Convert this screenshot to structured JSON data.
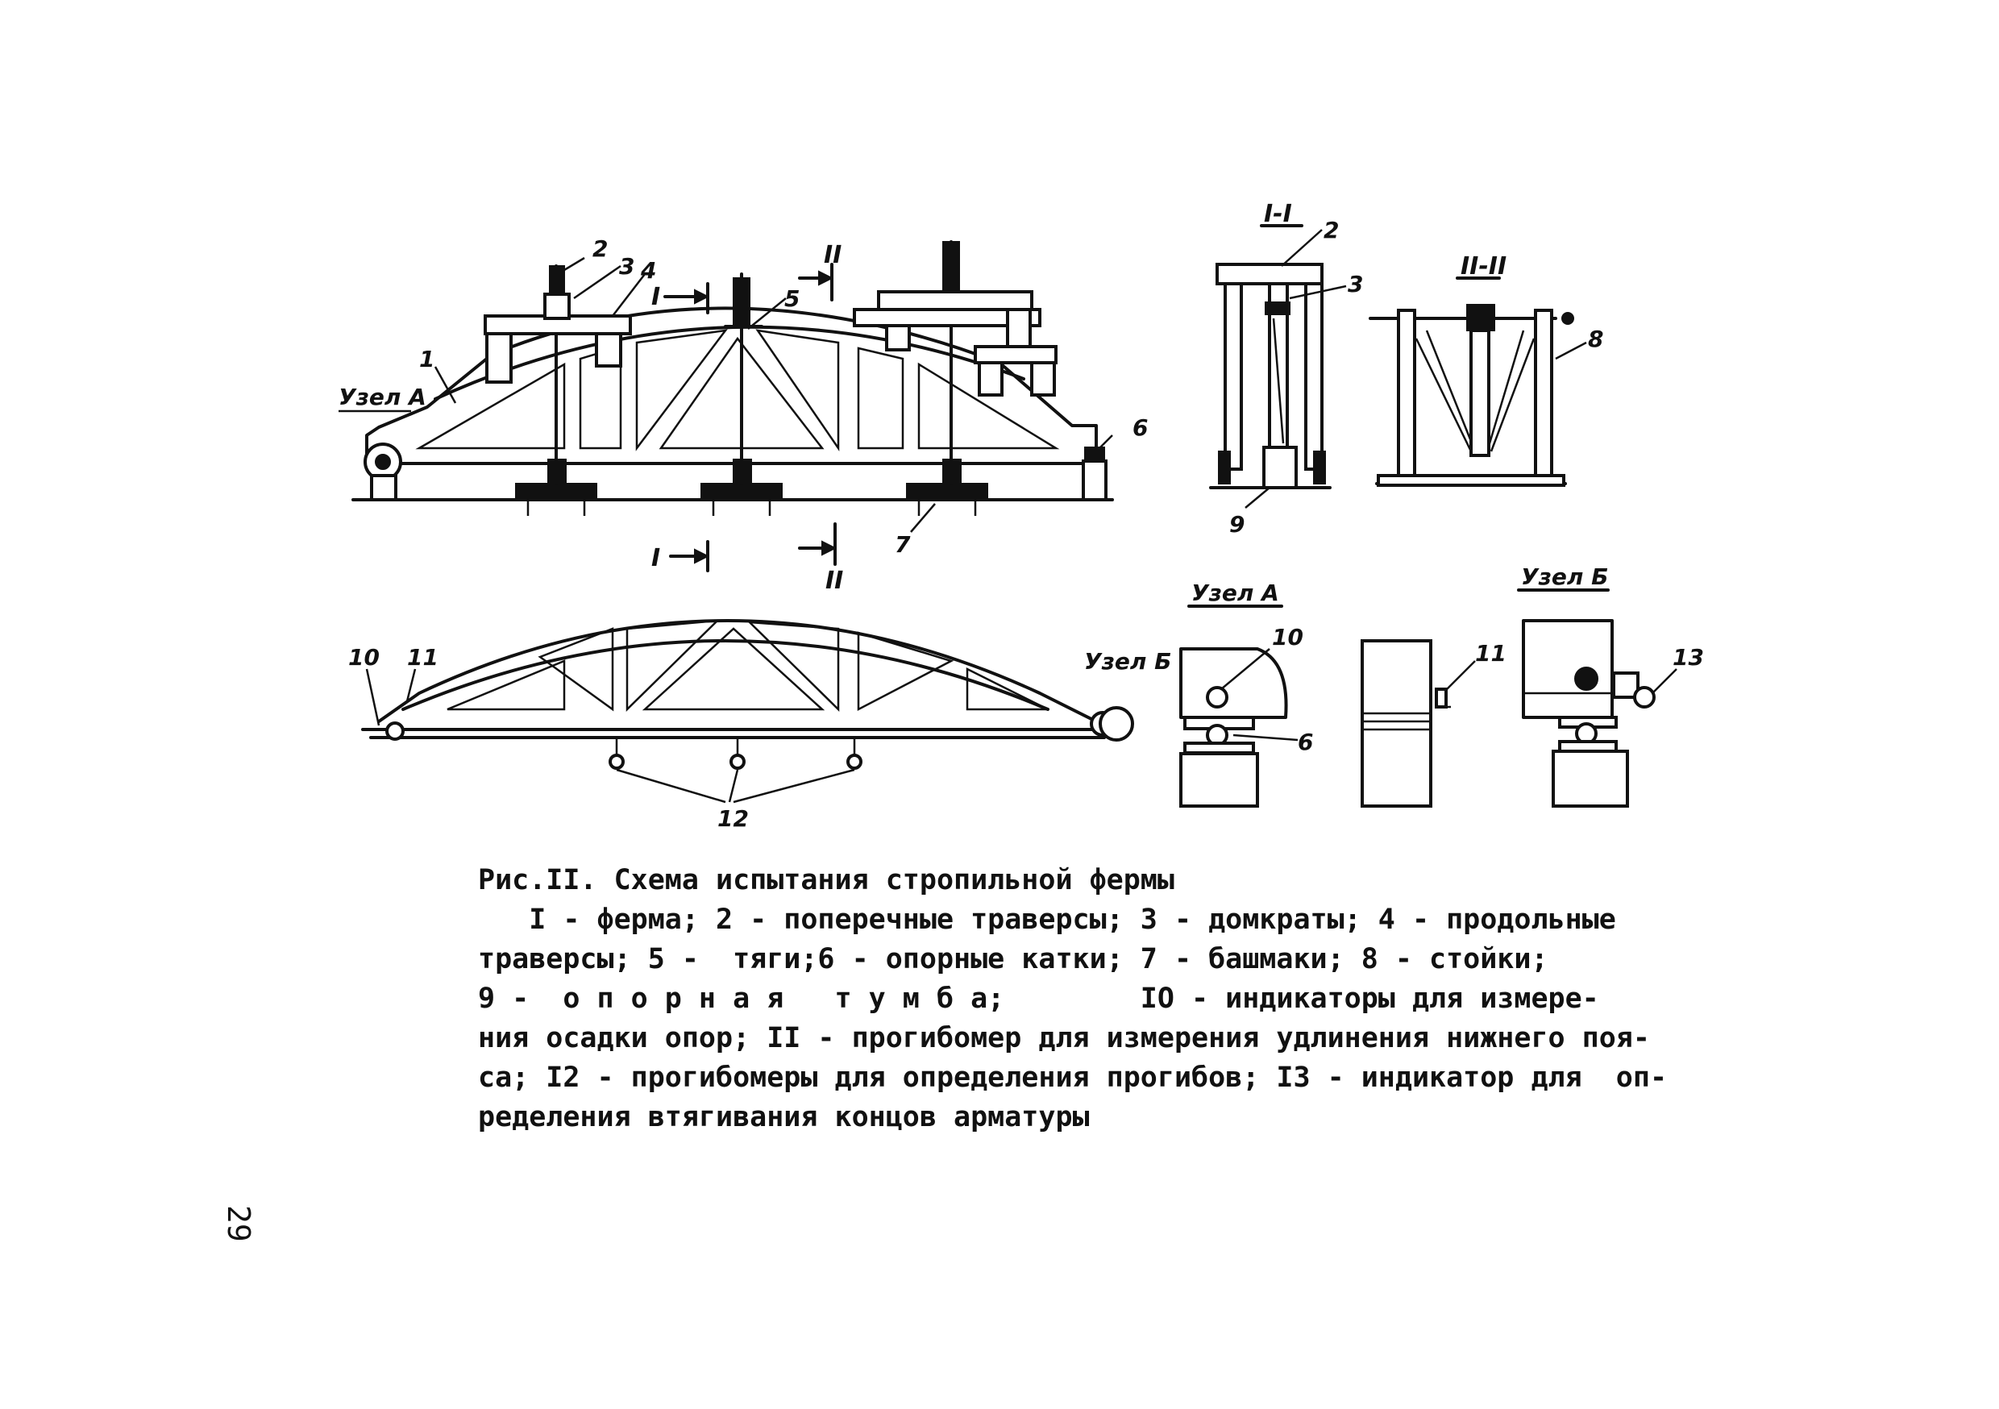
{
  "figure": {
    "labels": {
      "n1": "1",
      "n2": "2",
      "n3": "3",
      "n4": "4",
      "n5": "5",
      "n6": "6",
      "n7": "7",
      "n8": "8",
      "n9": "9",
      "n10": "10",
      "n11": "11",
      "n12": "12",
      "n13": "13",
      "uzel_a": "Узел А",
      "uzel_b": "Узел Б",
      "sec_I": "I",
      "sec_II": "II",
      "view_I_I": "I-I",
      "view_II_II": "II-II"
    }
  },
  "caption": {
    "title": "Рис.II. Схема испытания стропильной фермы",
    "lines": [
      "   I - ферма; 2 - поперечные траверсы; 3 - домкраты; 4 - продольные",
      "траверсы; 5 -  тяги;6 - опорные катки; 7 - башмаки; 8 - стойки;",
      "9 -  о п о р н а я   т у м б а;        IO - индикаторы для измере-",
      "ния осадки опор; II - прогибомер для измерения удлинения нижнего поя-",
      "са; I2 - прогибомеры для определения прогибов; I3 - индикатор для  оп-",
      "ределения втягивания концов арматуры"
    ]
  },
  "page_number": "29"
}
